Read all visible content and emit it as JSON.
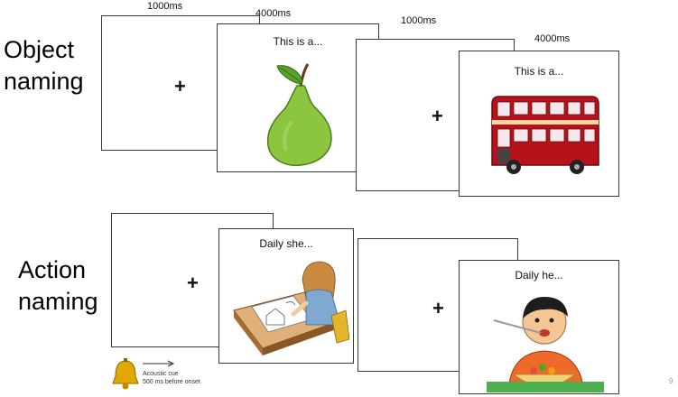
{
  "object_naming": {
    "label_line1": "Object",
    "label_line2": "naming",
    "timings": [
      "1000ms",
      "4000ms",
      "1000ms",
      "4000ms"
    ],
    "fixation": "+",
    "prompt": "This is a...",
    "items": [
      "pear",
      "double-decker bus"
    ]
  },
  "action_naming": {
    "label_line1": "Action",
    "label_line2": "naming",
    "fixation": "+",
    "prompt_she": "Daily she...",
    "prompt_he": "Daily he...",
    "items": [
      "girl drawing",
      "boy eating"
    ]
  },
  "acoustic_cue": {
    "line1": "Acoustic cue",
    "line2": "500 ms before onset",
    "icon": "bell-icon"
  },
  "page_number": "9",
  "colors": {
    "pear": "#8cc63f",
    "bus": "#b5121b",
    "bell": "#e0a800"
  }
}
